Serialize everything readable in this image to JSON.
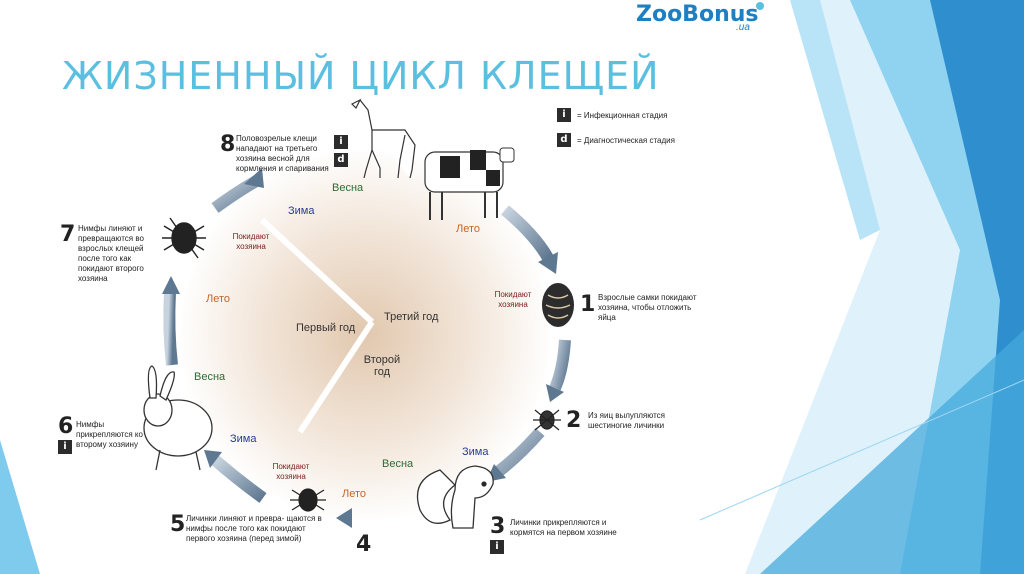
{
  "title": "ЖИЗНЕННЫЙ ЦИКЛ КЛЕЩЕЙ",
  "brand": {
    "name": "ZooBonus",
    "sub": ".ua"
  },
  "legend": [
    {
      "letter": "i",
      "text": "= Инфекционная стадия"
    },
    {
      "letter": "d",
      "text": "= Диагностическая стадия"
    }
  ],
  "years": {
    "first": "Первый год",
    "second": "Второй год",
    "third": "Третий год"
  },
  "seasons": {
    "spring": "Весна",
    "summer": "Лето",
    "winter": "Зима"
  },
  "leave_host": "Покидают хозяина",
  "steps": [
    {
      "num": "1",
      "text": "Взрослые самки покидают хозяина, чтобы отложить яйца"
    },
    {
      "num": "2",
      "text": "Из яиц вылупляются шестиногие личинки"
    },
    {
      "num": "3",
      "text": "Личинки прикрепляются и кормятся на первом хозяине"
    },
    {
      "num": "4",
      "text": ""
    },
    {
      "num": "5",
      "text": "Личинки линяют и превра- щаются в нимфы после того как покидают первого хозяина (перед зимой)"
    },
    {
      "num": "6",
      "text": "Нимфы прикрепляются ко второму хозяину"
    },
    {
      "num": "7",
      "text": "Нимфы линяют и превращаются во взрослых клещей после того как покидают второго хозяина"
    },
    {
      "num": "8",
      "text": "Половозрелые клещи нападают на третьего хозяина весной для кормления и спаривания"
    }
  ],
  "colors": {
    "title": "#5bbfe0",
    "arrow": "#8a9bb0",
    "accent": "#1f7fc1"
  }
}
